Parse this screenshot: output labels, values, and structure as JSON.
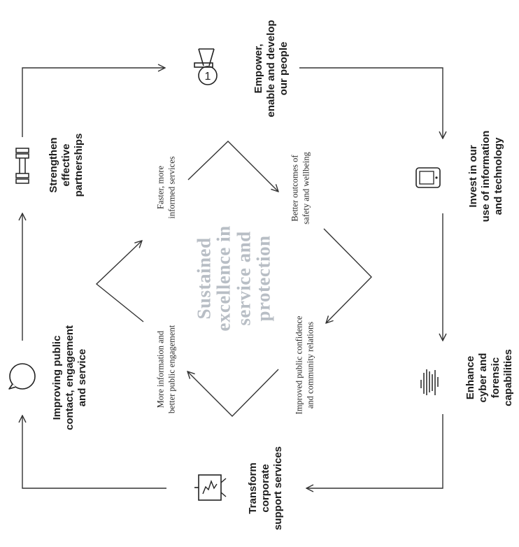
{
  "objectives": [
    {
      "lines": [
        "Empower,",
        "enable and develop",
        "our people"
      ],
      "icon": "medal-icon"
    },
    {
      "lines": [
        "Invest in our",
        "use of information",
        "and technology"
      ],
      "icon": "mobile-device-icon"
    },
    {
      "lines": [
        "Enhance",
        "cyber and",
        "forensic",
        "capabilities"
      ],
      "icon": "data-bars-icon"
    },
    {
      "lines": [
        "Transform",
        "corporate",
        "support services"
      ],
      "icon": "chart-board-icon"
    },
    {
      "lines": [
        "Improving public",
        "contact, engagement",
        "and service"
      ],
      "icon": "speech-bubble-icon"
    },
    {
      "lines": [
        "Strengthen",
        "effective",
        "partnerships"
      ],
      "icon": "dumbbell-icon"
    }
  ],
  "outcomes": [
    {
      "lines": [
        "Faster, more",
        "informed services"
      ]
    },
    {
      "lines": [
        "Better outcomes of",
        "safety and wellbeing"
      ]
    },
    {
      "lines": [
        "Improved public confidence",
        "and community relations"
      ]
    },
    {
      "lines": [
        "More information and",
        "better public engagement"
      ]
    }
  ],
  "center": {
    "lines": [
      "Sustained",
      "excellence in",
      "service and",
      "protection"
    ]
  },
  "colors": {
    "stroke": "#333333",
    "center_text": "#b8bec5"
  }
}
